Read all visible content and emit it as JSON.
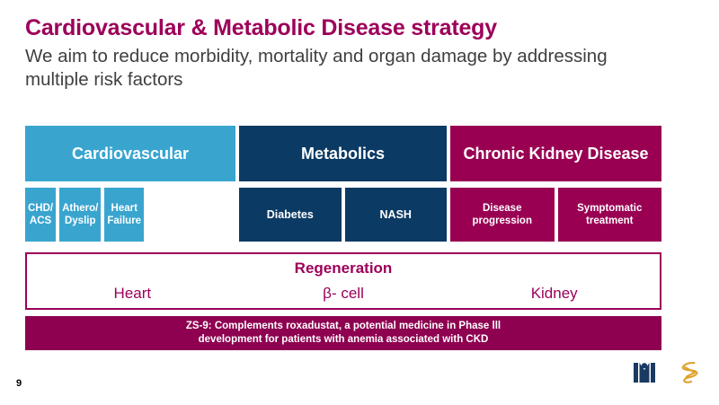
{
  "slide": {
    "title": "Cardiovascular & Metabolic Disease strategy",
    "subtitle": "We aim to reduce morbidity, mortality and organ damage by addressing multiple risk factors",
    "page_number": "9"
  },
  "colors": {
    "title_magenta": "#9c0059",
    "subtitle_gray": "#3f3f3f",
    "cardiovascular_blue": "#39A5CF",
    "metabolics_navy": "#0B3A64",
    "ckd_magenta": "#990052",
    "banner_magenta": "#8e0050",
    "logo_navy": "#1b3a63",
    "logo_gold": "#e0a32e"
  },
  "matrix": {
    "columns": [
      {
        "header": "Cardiovascular",
        "color": "#39A5CF",
        "items": [
          "CHD/ ACS",
          "Athero/ Dyslip",
          "Heart Failure"
        ],
        "items_lines": [
          [
            "CHD/",
            "ACS"
          ],
          [
            "Athero/",
            "Dyslip"
          ],
          [
            "Heart",
            "Failure"
          ]
        ]
      },
      {
        "header": "Metabolics",
        "color": "#0B3A64",
        "items": [
          "Diabetes",
          "NASH"
        ],
        "items_lines": [
          [
            "Diabetes"
          ],
          [
            "NASH"
          ]
        ]
      },
      {
        "header": "Chronic Kidney Disease",
        "color": "#990052",
        "items": [
          "Disease progression",
          "Symptomatic treatment"
        ],
        "items_lines": [
          [
            "Disease",
            "progression"
          ],
          [
            "Symptomatic",
            "treatment"
          ]
        ]
      }
    ]
  },
  "regeneration": {
    "title": "Regeneration",
    "items": [
      "Heart",
      "β- cell",
      "Kidney"
    ]
  },
  "footnote": {
    "line1": "ZS-9: Complements roxadustat, a potential medicine in Phase lll",
    "line2": "development for patients with anemia associated with CKD"
  },
  "logos": [
    {
      "name": "medimmune-logo",
      "alt": "MedImmune"
    },
    {
      "name": "astrazeneca-logo",
      "alt": "AstraZeneca"
    }
  ]
}
